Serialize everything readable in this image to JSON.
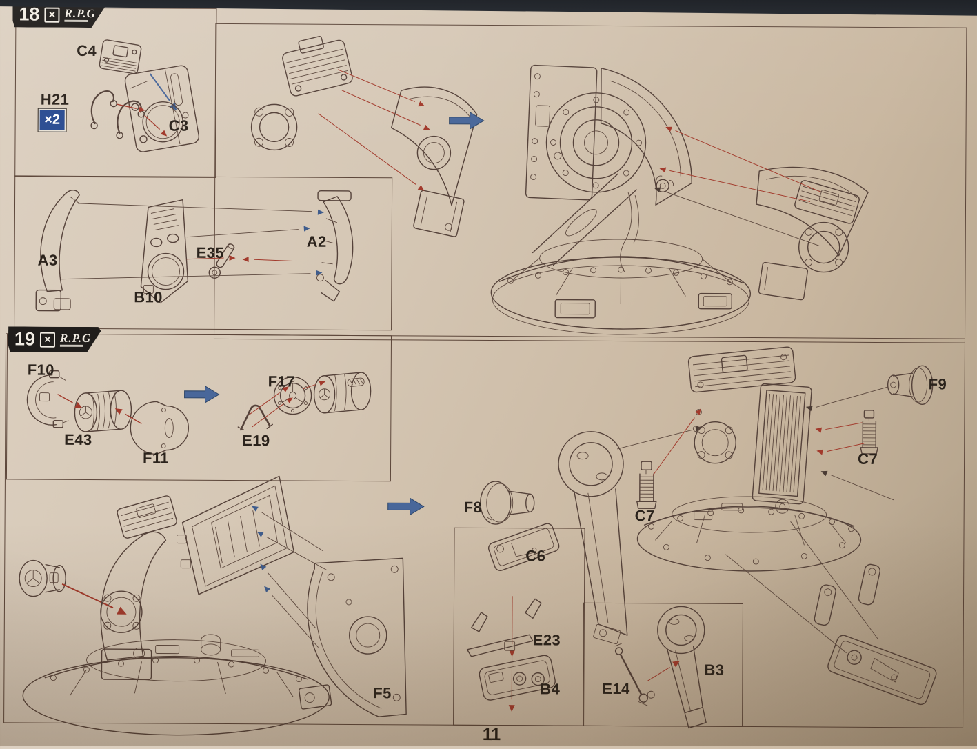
{
  "page": {
    "number": "11"
  },
  "colors": {
    "paper": "#d3c4b2",
    "line_art": "#55423a",
    "red_arrow": "#a23a2c",
    "blue_arrow": "#49679a",
    "badge_background": "#201d1b",
    "quantity_badge_background": "#2c4d92",
    "label_text": "#2b231c"
  },
  "step18": {
    "badge": {
      "number": "18",
      "logo_box_glyph": "✕",
      "logo_text": "R.P.G"
    },
    "panel_a": {
      "labels": {
        "c4": "C4",
        "h21": "H21",
        "qty": "×2",
        "c3": "C3"
      }
    },
    "panel_b": {
      "labels": {
        "a3": "A3",
        "b10": "B10",
        "e35": "E35",
        "a2": "A2"
      }
    }
  },
  "step19": {
    "badge": {
      "number": "19",
      "logo_box_glyph": "✕",
      "logo_text": "R.P.G"
    },
    "panel_a": {
      "labels": {
        "f10": "F10",
        "e43": "E43",
        "f11": "F11",
        "f17": "F17",
        "e19": "E19"
      }
    },
    "main": {
      "labels": {
        "f8": "F8",
        "c7_left": "C7",
        "f9": "F9",
        "c7_right": "C7",
        "f5": "F5"
      }
    },
    "box_c6": {
      "labels": {
        "c6": "C6",
        "e23": "E23",
        "b4": "B4"
      }
    },
    "box_e14": {
      "labels": {
        "e14": "E14",
        "b3": "B3"
      }
    }
  }
}
